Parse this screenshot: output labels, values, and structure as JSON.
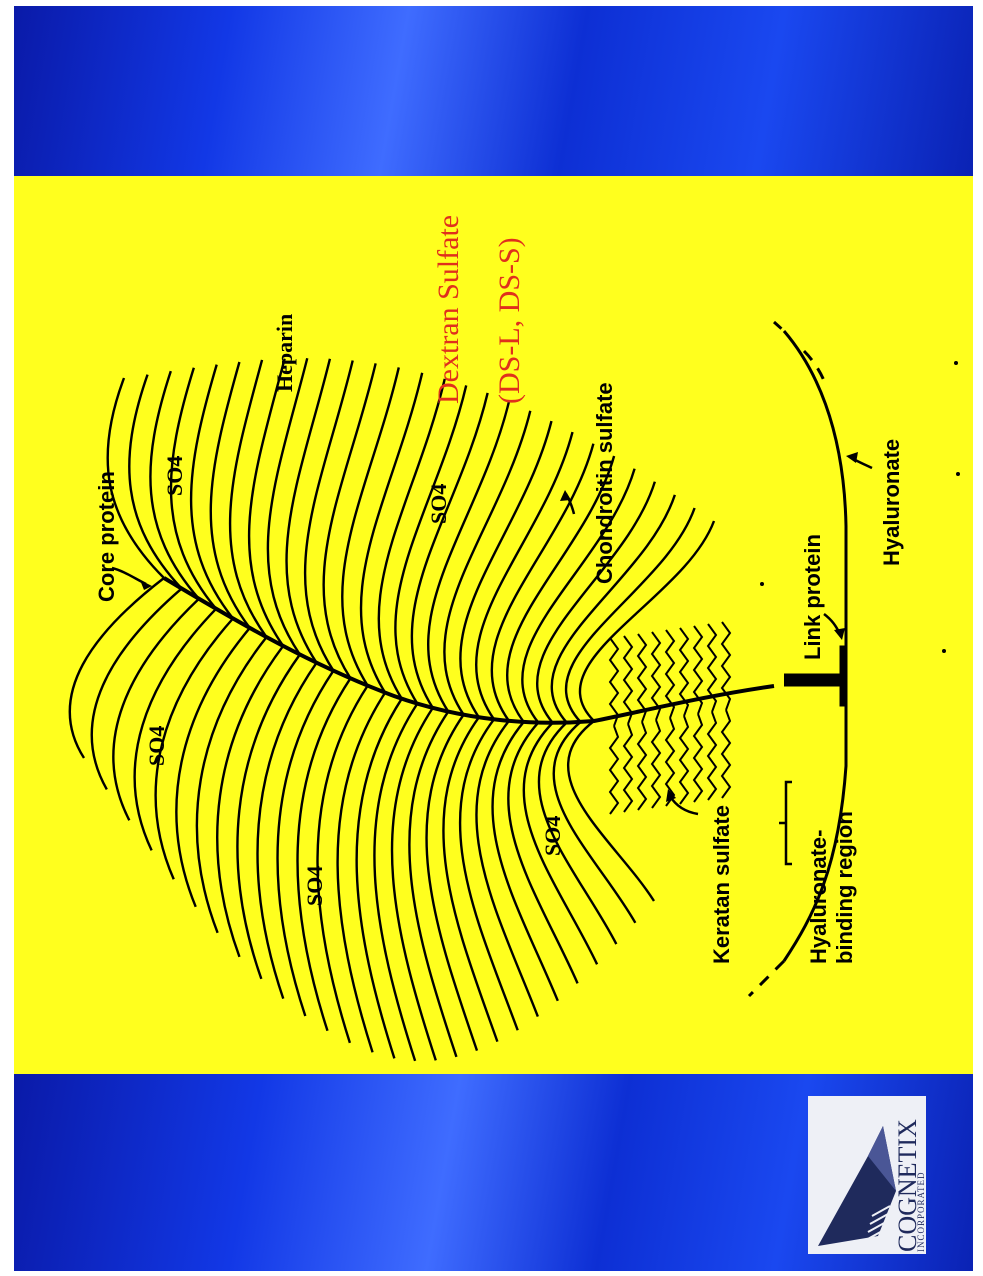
{
  "labels": {
    "core_protein": "Core protein",
    "heparin": "Heparin",
    "dextran_sulfate": "Dextran Sulfate",
    "ds_variants": "(DS-L, DS-S)",
    "chondroitin_sulfate": "Chondroitin sulfate",
    "link_protein": "Link protein",
    "hyaluronate": "Hyaluronate",
    "keratan_sulfate": "Keratan sulfate",
    "binding_region_line1": "Hyaluronate-",
    "binding_region_line2": "binding region",
    "so4_1": "SO4",
    "so4_2": "SO4",
    "so4_3": "SO4",
    "so4_4": "SO4",
    "so4_5": "SO4"
  },
  "logo": {
    "name": "COGNETIX",
    "sub": "INCORPORATED"
  },
  "colors": {
    "panel": "#ffff1e",
    "blue_band": "#1238e6",
    "red_text": "#e0301c"
  }
}
